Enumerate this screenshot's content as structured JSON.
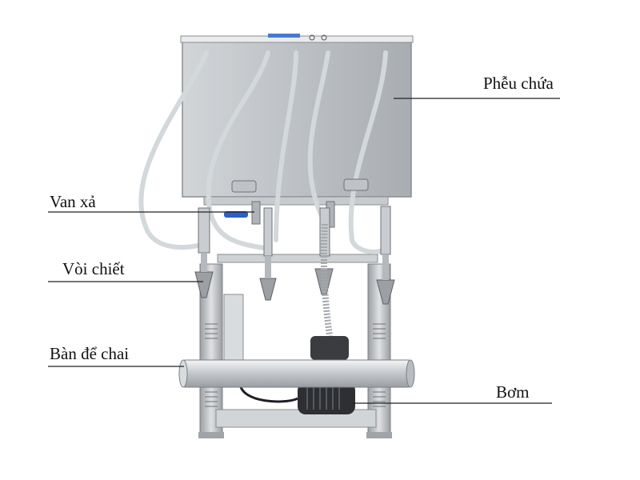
{
  "labels": {
    "hopper": "Phễu chứa",
    "drain_valve": "Van xả",
    "filling_nozzle": "Vòi chiết",
    "bottle_table": "Bàn để chai",
    "pump": "Bơm"
  },
  "colors": {
    "steel_light": "#e4e6e8",
    "steel_mid": "#b9bcc0",
    "steel_dark": "#8a8d91",
    "hose": "#d6dbde",
    "valve_blue": "#2b5fc9",
    "pump_dark": "#2d2f33",
    "leader_line": "#222222"
  }
}
